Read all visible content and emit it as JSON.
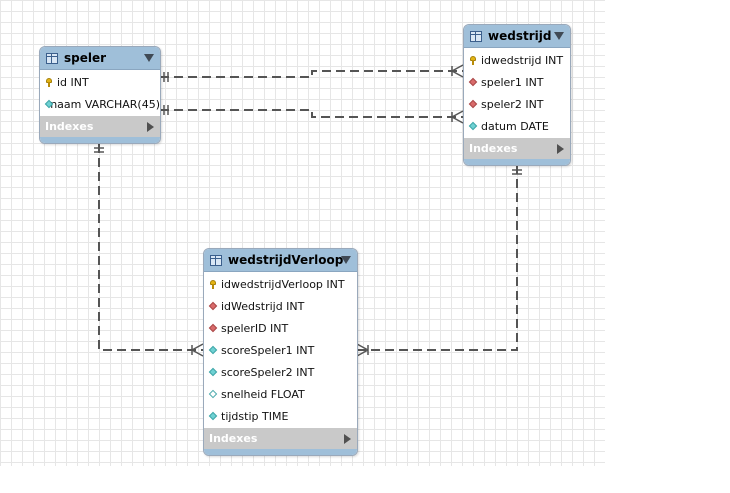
{
  "colors": {
    "header": "#9fbfd9",
    "indexes_bar": "#c9c9c9",
    "connector": "#555555",
    "grid": "#e6e6e6"
  },
  "tables": {
    "speler": {
      "title": "speler",
      "columns": [
        {
          "label": "id INT",
          "icon": "primary-key-icon"
        },
        {
          "label": "naam VARCHAR(45)",
          "icon": "column-icon"
        }
      ],
      "indexes_label": "Indexes"
    },
    "wedstrijd": {
      "title": "wedstrijd",
      "columns": [
        {
          "label": "idwedstrijd INT",
          "icon": "primary-key-icon"
        },
        {
          "label": "speler1 INT",
          "icon": "foreign-key-icon"
        },
        {
          "label": "speler2 INT",
          "icon": "foreign-key-icon"
        },
        {
          "label": "datum DATE",
          "icon": "column-icon"
        }
      ],
      "indexes_label": "Indexes"
    },
    "wedstrijdVerloop": {
      "title": "wedstrijdVerloop",
      "columns": [
        {
          "label": "idwedstrijdVerloop INT",
          "icon": "primary-key-icon"
        },
        {
          "label": "idWedstrijd INT",
          "icon": "foreign-key-icon"
        },
        {
          "label": "spelerID INT",
          "icon": "foreign-key-icon"
        },
        {
          "label": "scoreSpeler1 INT",
          "icon": "column-icon"
        },
        {
          "label": "scoreSpeler2 INT",
          "icon": "column-icon"
        },
        {
          "label": "snelheid FLOAT",
          "icon": "nullable-column-icon"
        },
        {
          "label": "tijdstip TIME",
          "icon": "column-icon"
        }
      ],
      "indexes_label": "Indexes"
    }
  },
  "relationships": [
    {
      "from": "speler",
      "to": "wedstrijd",
      "type": "one-to-many"
    },
    {
      "from": "speler",
      "to": "wedstrijd",
      "type": "one-to-many"
    },
    {
      "from": "speler",
      "to": "wedstrijdVerloop",
      "type": "one-to-many"
    },
    {
      "from": "wedstrijd",
      "to": "wedstrijdVerloop",
      "type": "one-to-many"
    }
  ]
}
